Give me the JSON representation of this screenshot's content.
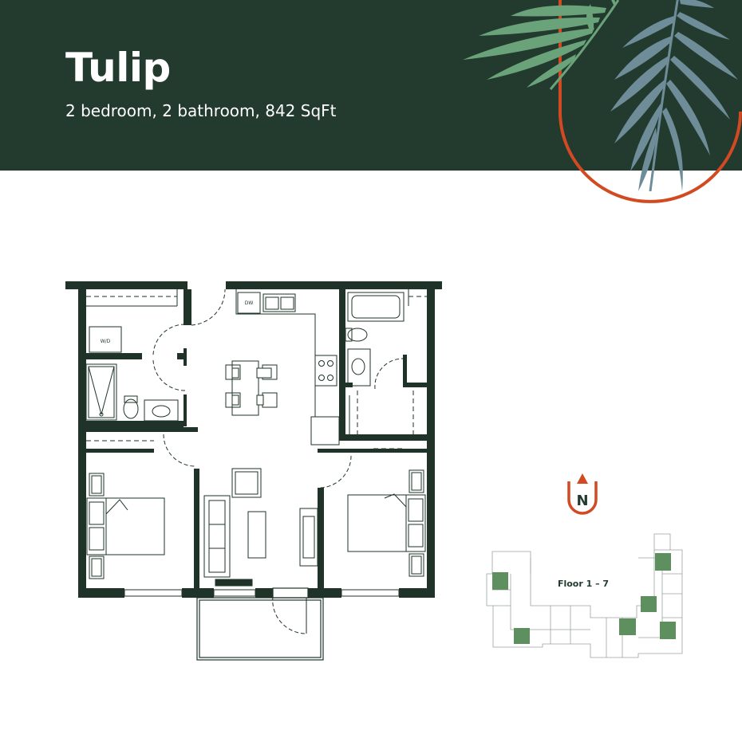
{
  "unit": {
    "name": "Tulip",
    "summary": "2 bedroom, 2 bathroom, 842 SqFt"
  },
  "floorplan": {
    "appliance_labels": {
      "washer_dryer": "W/D",
      "dishwasher": "DW"
    }
  },
  "keyplan": {
    "compass": "N",
    "floors_label": "Floor 1 – 7"
  },
  "colors": {
    "banner": "#233a2e",
    "wall": "#1f3328",
    "accent_orange": "#d24a22",
    "leaf_green": "#6aa37a",
    "leaf_blue": "#6e8d99",
    "highlight_green": "#5e8f5f"
  },
  "icons": [
    "palm-leaf-icon",
    "compass-north-icon"
  ]
}
